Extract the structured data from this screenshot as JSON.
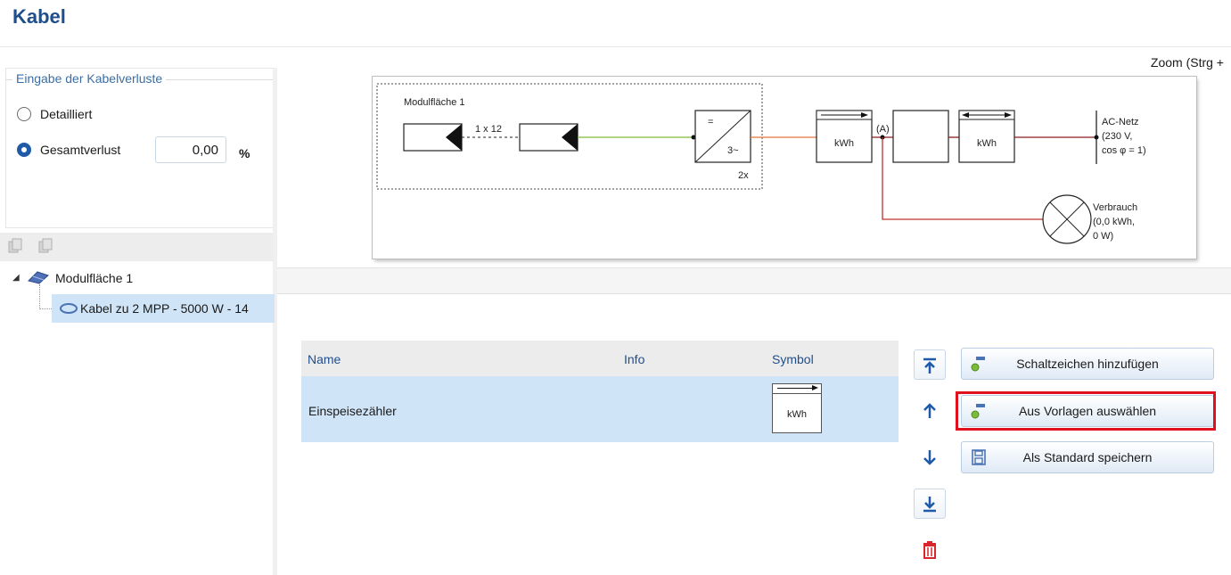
{
  "page": {
    "title": "Kabel"
  },
  "loss_input": {
    "legend": "Eingabe der Kabelverluste",
    "options": [
      {
        "label": "Detailliert",
        "selected": false
      },
      {
        "label": "Gesamtverlust",
        "selected": true
      }
    ],
    "value": "0,00",
    "unit": "%"
  },
  "tree": {
    "root": "Modulfläche 1",
    "child": "Kabel zu  2 MPP - 5000 W - 14"
  },
  "diagram": {
    "zoom_label": "Zoom (Strg +",
    "module_area_label": "Modulfläche 1",
    "string_label": "1 x 12",
    "inverter_top": "=",
    "inverter_bottom": "3~",
    "inverter_count": "2x",
    "meter1_label": "kWh",
    "node_label": "(A)",
    "meter2_label": "kWh",
    "grid_label_1": "AC-Netz",
    "grid_label_2": "(230 V,",
    "grid_label_3": "cos φ = 1)",
    "consumer_label_1": "Verbrauch",
    "consumer_label_2": "(0,0 kWh,",
    "consumer_label_3": "0 W)",
    "colors": {
      "dc": "#7dbb3a",
      "ac": "#e2763a",
      "grid": "#8b1e1e",
      "consumer": "#c0302c"
    }
  },
  "table": {
    "headers": {
      "name": "Name",
      "info": "Info",
      "symbol": "Symbol"
    },
    "rows": [
      {
        "name": "Einspeisezähler",
        "info": "",
        "symbol_label": "kWh"
      }
    ]
  },
  "actions": {
    "add_symbol": "Schaltzeichen hinzufügen",
    "from_templates": "Aus Vorlagen auswählen",
    "save_default": "Als Standard speichern"
  }
}
